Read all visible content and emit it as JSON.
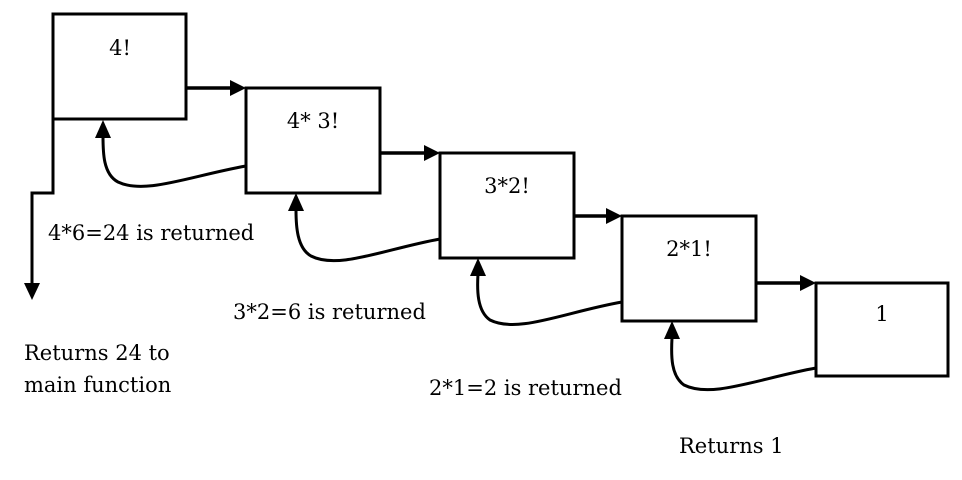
{
  "boxes": [
    {
      "label": "4!"
    },
    {
      "label": "4* 3!"
    },
    {
      "label": "3*2!"
    },
    {
      "label": "2*1!"
    },
    {
      "label": "1"
    }
  ],
  "returns": [
    {
      "text": "4*6=24 is returned"
    },
    {
      "text": "3*2=6 is returned"
    },
    {
      "text": "2*1=2 is returned"
    },
    {
      "text": "Returns 1"
    }
  ],
  "final_return": {
    "line1": "Returns 24 to",
    "line2": "main function"
  }
}
